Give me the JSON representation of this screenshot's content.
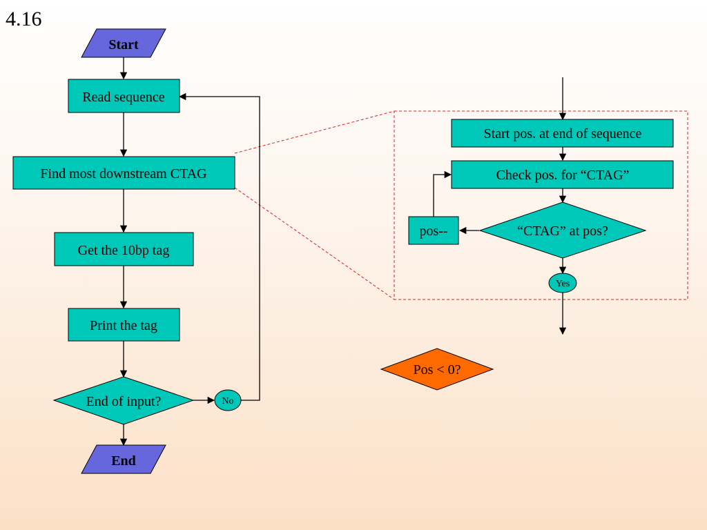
{
  "slide_number": "4.16",
  "colors": {
    "process_fill": "#00c8b8",
    "terminal_fill": "#6666dd",
    "highlight_fill": "#ff6a00",
    "zoom_border": "#e02020"
  },
  "main_flow": {
    "start": "Start",
    "read_sequence": "Read sequence",
    "find_ctag": "Find most downstream CTAG",
    "get_tag": "Get the 10bp tag",
    "print_tag": "Print the tag",
    "end_of_input": "End of input?",
    "no_label": "No",
    "end": "End"
  },
  "detail_flow": {
    "start_pos": "Start pos. at end of sequence",
    "check_pos": "Check pos. for “CTAG”",
    "ctag_at_pos": "“CTAG” at pos?",
    "pos_decrement": "pos--",
    "yes_label": "Yes"
  },
  "extra": {
    "pos_less_zero": "Pos < 0?"
  }
}
